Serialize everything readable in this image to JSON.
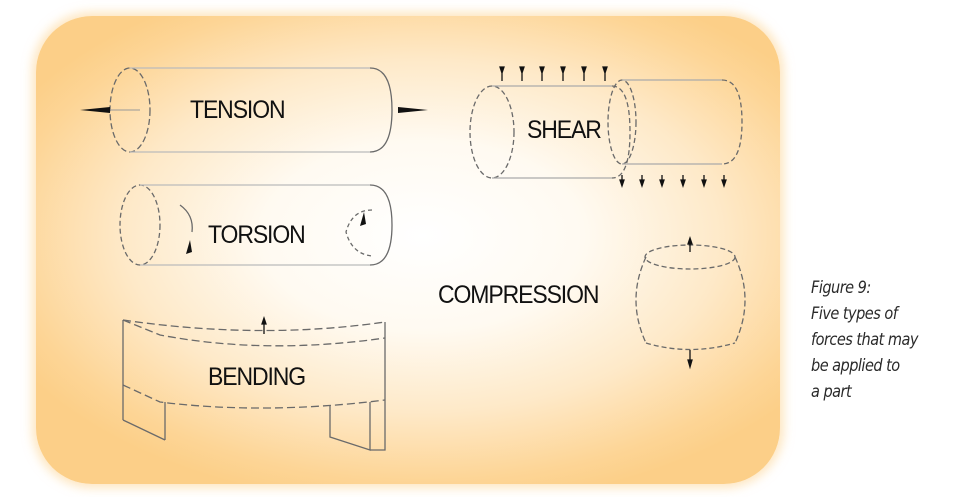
{
  "figure": {
    "labels": {
      "tension": "TENSION",
      "shear": "SHEAR",
      "torsion": "TORSION",
      "compression": "COMPRESSION",
      "bending": "BENDING"
    },
    "caption": {
      "lines": [
        "Figure 9:",
        "Five types of",
        "forces that may",
        "be applied to",
        "a part"
      ]
    },
    "colors": {
      "panel_center": "#ffffff",
      "panel_edge": "#fccf88",
      "line": "#555555",
      "text": "#111111"
    }
  }
}
